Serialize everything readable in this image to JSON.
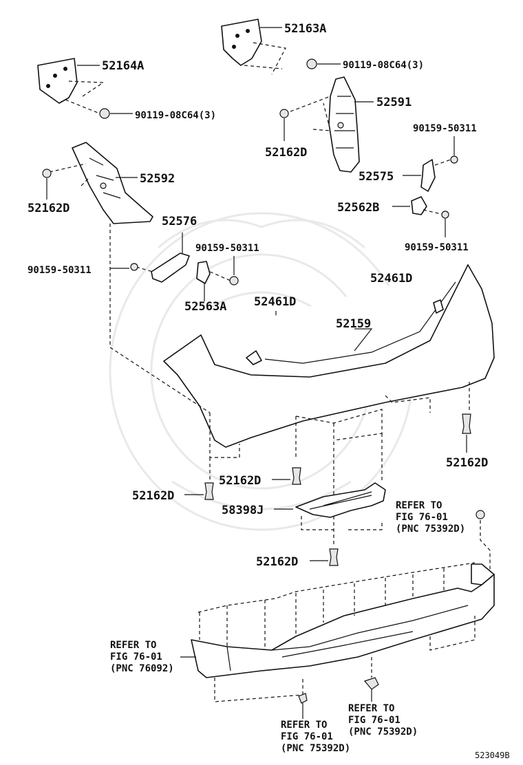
{
  "labels": {
    "p52163A": "52163A",
    "p52164A": "52164A",
    "p90119_top": "90119-08C64(3)",
    "p90119_left": "90119-08C64(3)",
    "p52591": "52591",
    "p52162D_a": "52162D",
    "p90159_a": "90159-50311",
    "p52592": "52592",
    "p52162D_b": "52162D",
    "p52575": "52575",
    "p52562B": "52562B",
    "p90159_b": "90159-50311",
    "p52576": "52576",
    "p90159_c": "90159-50311",
    "p90159_d": "90159-50311",
    "p52563A": "52563A",
    "p52461D_a": "52461D",
    "p52461D_b": "52461D",
    "p52159": "52159",
    "p52162D_c": "52162D",
    "p52162D_d": "52162D",
    "p52162D_e": "52162D",
    "p58398J": "58398J",
    "p52162D_f": "52162D"
  },
  "refs": {
    "right": [
      "REFER TO",
      "FIG 76-01",
      "(PNC 75392D)"
    ],
    "left": [
      "REFER TO",
      "FIG 76-01",
      "(PNC 76092)"
    ],
    "bottom_center": [
      "REFER TO",
      "FIG 76-01",
      "(PNC 75392D)"
    ],
    "bottom_right": [
      "REFER TO",
      "FIG 76-01",
      "(PNC 75392D)"
    ]
  },
  "figure_id": "523049B"
}
